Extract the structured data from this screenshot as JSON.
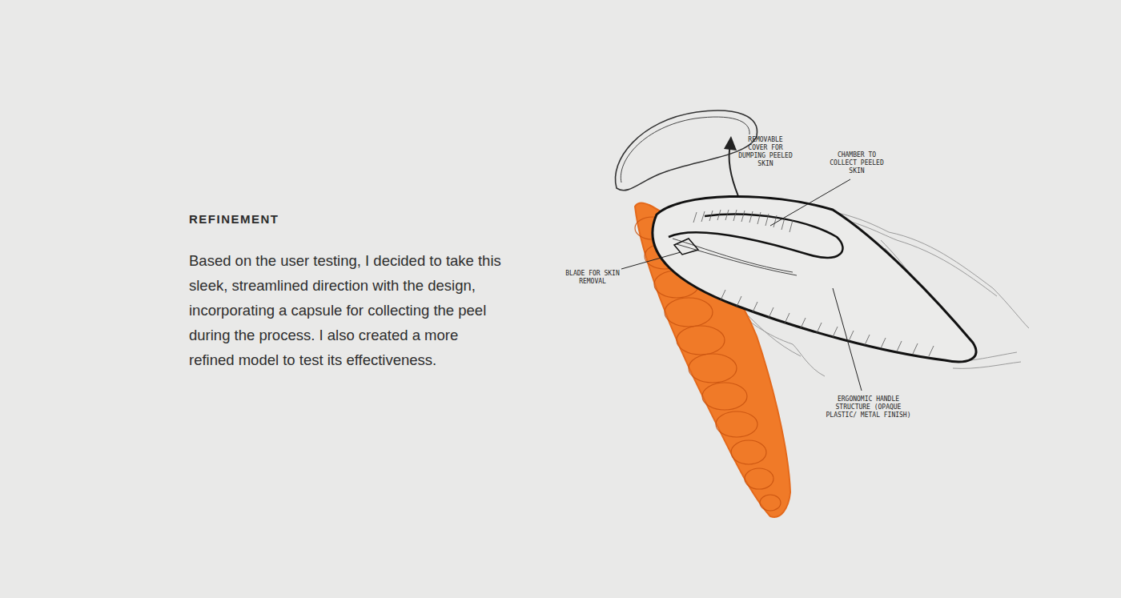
{
  "diagram": {
    "title": "REFINEMENT",
    "labels": [
      "Based on the user testing, I decided to take this sleek, streamlined direction with the design, incorporating a capsule for collecting the peel during the process. I also created a more refined model to test its effectiveness.",
      "REMOVABLE COVER FOR DUMPING PEELED SKIN",
      "CHAMBER TO COLLECT PEELED SKIN",
      "BLADE FOR SKIN REMOVAL",
      "ERGONOMIC HANDLE STRUCTURE (OPAQUE PLASTIC/ METAL FINISH)"
    ]
  }
}
